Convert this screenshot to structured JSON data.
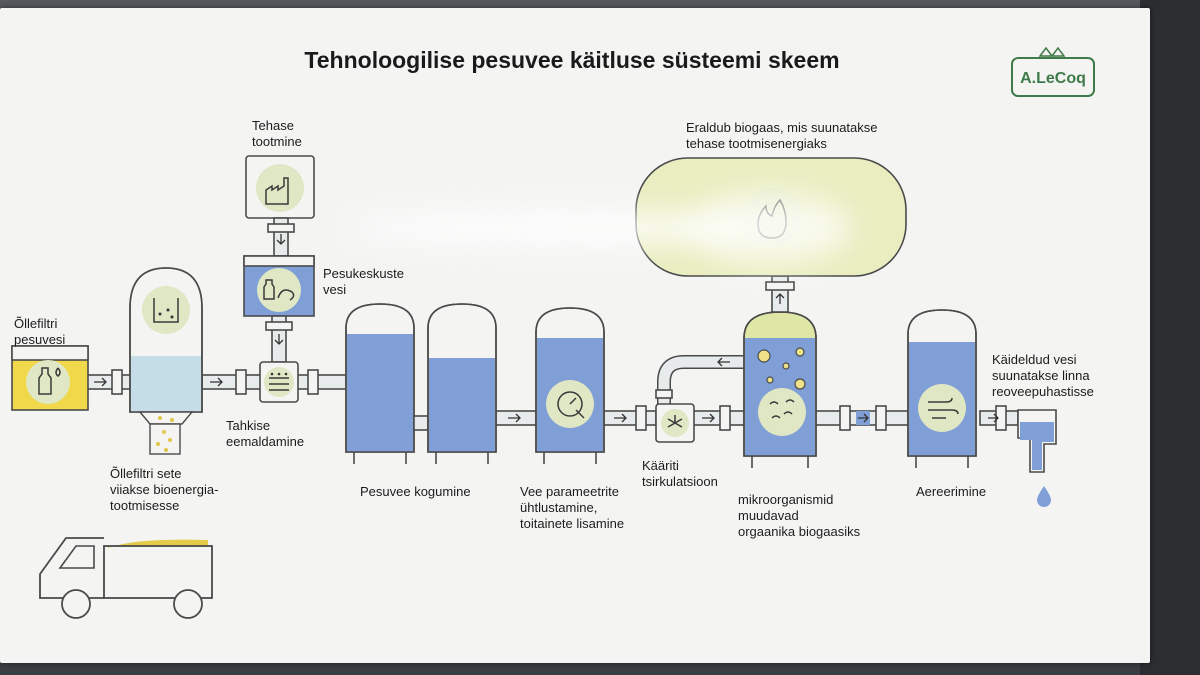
{
  "title": "Tehnoloogilise pesuvee käitluse süsteemi skeem",
  "logo": "A.LeCoq",
  "labels": {
    "filter_water_line1": "Õllefiltri",
    "filter_water_line2": "pesuvesi",
    "factory_line1": "Tehase",
    "factory_line2": "tootmine",
    "washstation_line1": "Pesukeskuste",
    "washstation_line2": "vesi",
    "solids_line1": "Tahkise",
    "solids_line2": "eemaldamine",
    "sediment_line1": "Õllefiltri sete",
    "sediment_line2": "viiakse bioenergia-",
    "sediment_line3": "tootmisesse",
    "collect": "Pesuvee kogumine",
    "params_line1": "Vee parameetrite",
    "params_line2": "ühtlustamine,",
    "params_line3": "toitainete lisamine",
    "ferment_line1": "Kääriti",
    "ferment_line2": "tsirkulatsioon",
    "micro_line1": "mikroorganismid",
    "micro_line2": "muudavad",
    "micro_line3": "orgaanika biogaasiks",
    "biogas_line1": "Eraldub biogaas, mis suunatakse",
    "biogas_line2": "tehase tootmisenergiaks",
    "aeration": "Aereerimine",
    "treated_line1": "Käideldud vesi",
    "treated_line2": "suunatakse linna",
    "treated_line3": "reoveepuhastisse"
  },
  "colors": {
    "water": "#7f9fd6",
    "beer": "#f1d84a",
    "gas": "#e9edbf",
    "accent_circle": "#dfe7c4"
  }
}
